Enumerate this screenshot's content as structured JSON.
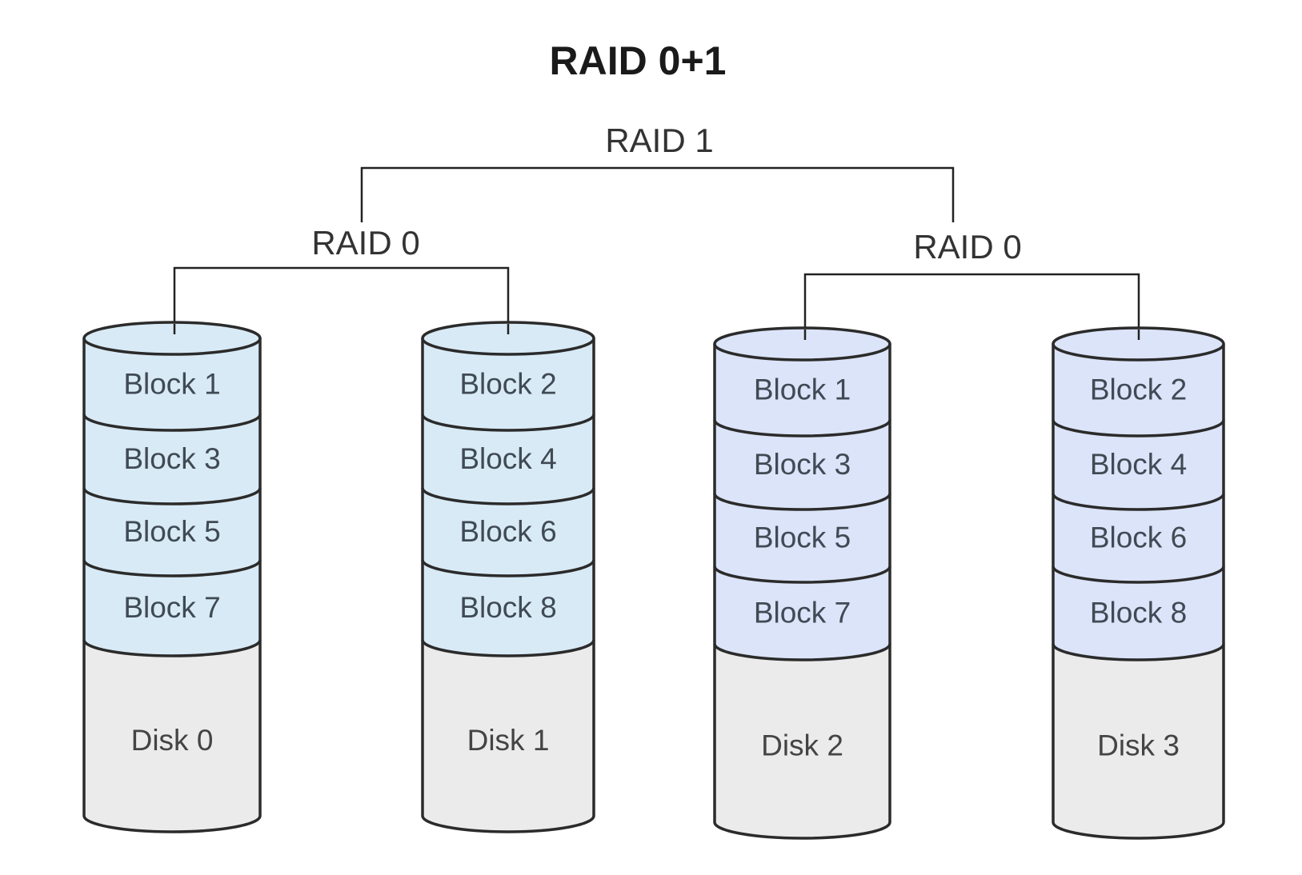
{
  "title": "RAID 0+1",
  "mirror_group": {
    "label": "RAID 1"
  },
  "stripe_groups": [
    {
      "label": "RAID 0",
      "fill": "#d8eaf5",
      "disks": [
        0,
        1
      ]
    },
    {
      "label": "RAID 0",
      "fill": "#dbe4f8",
      "disks": [
        2,
        3
      ]
    }
  ],
  "colors": {
    "empty_space": "#ebebeb",
    "outline": "#2b2b2b",
    "connector": "#222222"
  },
  "disks": [
    {
      "label": "Disk 0",
      "group": 0,
      "blocks": [
        "Block 1",
        "Block 3",
        "Block 5",
        "Block 7"
      ]
    },
    {
      "label": "Disk 1",
      "group": 0,
      "blocks": [
        "Block 2",
        "Block 4",
        "Block 6",
        "Block 8"
      ]
    },
    {
      "label": "Disk 2",
      "group": 1,
      "blocks": [
        "Block 1",
        "Block 3",
        "Block 5",
        "Block 7"
      ]
    },
    {
      "label": "Disk 3",
      "group": 1,
      "blocks": [
        "Block 2",
        "Block 4",
        "Block 6",
        "Block 8"
      ]
    }
  ]
}
